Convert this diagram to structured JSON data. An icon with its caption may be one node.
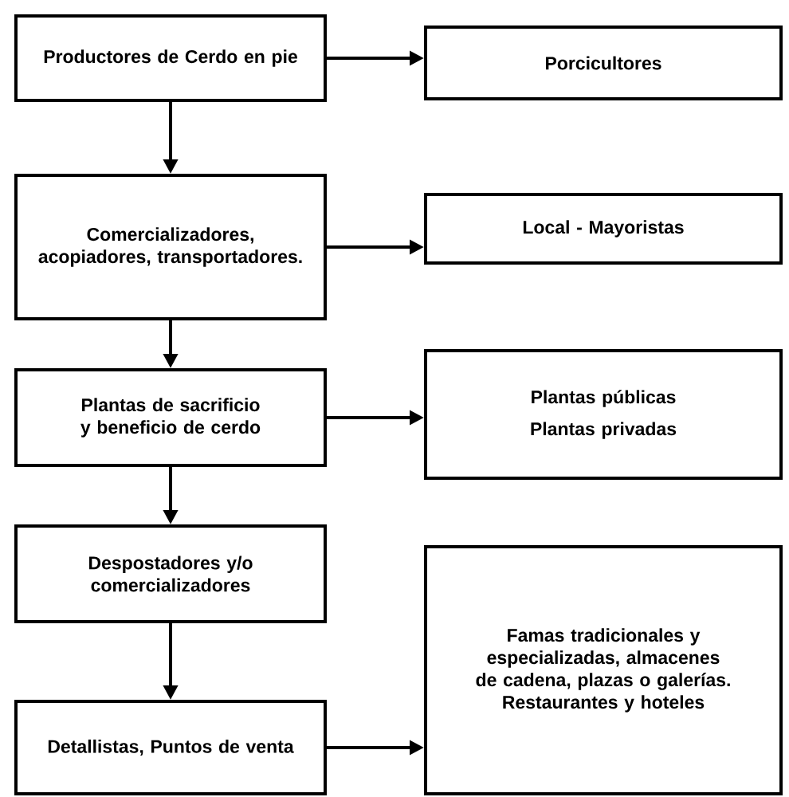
{
  "diagram": {
    "nodes": [
      {
        "text": [
          "Productores de Cerdo en pie"
        ]
      },
      {
        "text": [
          "Porcicultores"
        ]
      },
      {
        "text": [
          "Comercializadores, acopiadores, transportadores."
        ]
      },
      {
        "text": [
          "Local - Mayoristas"
        ]
      },
      {
        "text": [
          "Plantas de sacrificio y beneficio de cerdo"
        ]
      },
      {
        "text": [
          "Plantas públicas",
          "Plantas privadas"
        ]
      },
      {
        "text": [
          "Despostadores y/o comercializadores"
        ]
      },
      {
        "text": [
          "Detallistas, Puntos de venta"
        ]
      },
      {
        "text": [
          "Famas tradicionales y especializadas, almacenes de cadena, plazas o galerías. Restaurantes y hoteles"
        ]
      }
    ],
    "edges": [
      {
        "from": 0,
        "to": 1,
        "arrow": "to"
      },
      {
        "from": 0,
        "to": 2,
        "arrow": "to"
      },
      {
        "from": 2,
        "to": 3,
        "arrow": "to"
      },
      {
        "from": 2,
        "to": 4,
        "arrow": "to"
      },
      {
        "from": 4,
        "to": 5,
        "arrow": "to"
      },
      {
        "from": 4,
        "to": 6,
        "arrow": "to"
      },
      {
        "from": 6,
        "to": 7,
        "arrow": "to"
      },
      {
        "from": 7,
        "to": 8,
        "arrow": "to"
      }
    ]
  }
}
